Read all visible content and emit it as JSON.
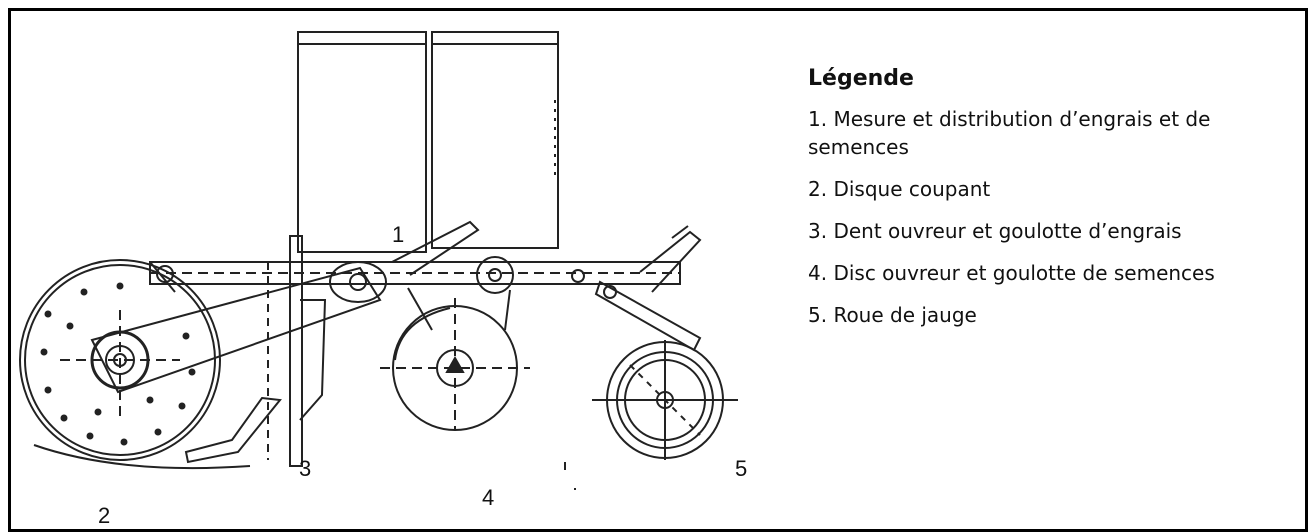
{
  "legend": {
    "title": "Légende",
    "items": [
      "1. Mesure et distribution d’engrais et de semences",
      "2. Disque coupant",
      "3. Dent ouvreur et goulotte d’engrais",
      "4. Disc ouvreur et goulotte de semences",
      "5. Roue de jauge"
    ]
  },
  "callouts": {
    "n1": "1",
    "n2": "2",
    "n3": "3",
    "n4": "4",
    "n5": "5"
  }
}
